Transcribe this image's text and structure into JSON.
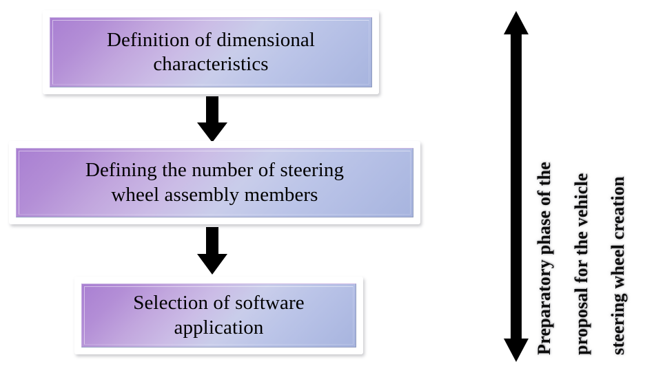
{
  "diagram": {
    "title": "Preparatory phase flowchart for vehicle steering wheel creation",
    "colors": {
      "box_gradient_start": "#a97fd2",
      "box_gradient_end": "#a7b4de",
      "box_border": "#9aa4c4",
      "box_frame": "#ffffff",
      "arrow": "#000000",
      "text": "#000000",
      "background": "#ffffff"
    },
    "steps": [
      {
        "id": "step-1",
        "label": "Definition of dimensional characteristics",
        "line1": "Definition of dimensional",
        "line2": "characteristics"
      },
      {
        "id": "step-2",
        "label": "Defining the number of steering wheel assembly members",
        "line1": "Defining the number of steering",
        "line2": "wheel assembly members"
      },
      {
        "id": "step-3",
        "label": "Selection of software application",
        "line1": "Selection of software",
        "line2": "application"
      }
    ],
    "connectors": [
      {
        "id": "connector-1",
        "from": "step-1",
        "to": "step-2",
        "direction": "down"
      },
      {
        "id": "connector-2",
        "from": "step-2",
        "to": "step-3",
        "direction": "down"
      }
    ],
    "phase_bracket": {
      "arrow_icon": "double-headed-vertical-arrow",
      "arrow_direction": "up-down",
      "caption": "Preparatory phase of the proposal for the vehicle steering wheel creation",
      "caption_lines": [
        "Preparatory phase of the",
        "proposal for the vehicle",
        "steering wheel creation"
      ],
      "orientation": "rotated-90-ccw"
    }
  }
}
